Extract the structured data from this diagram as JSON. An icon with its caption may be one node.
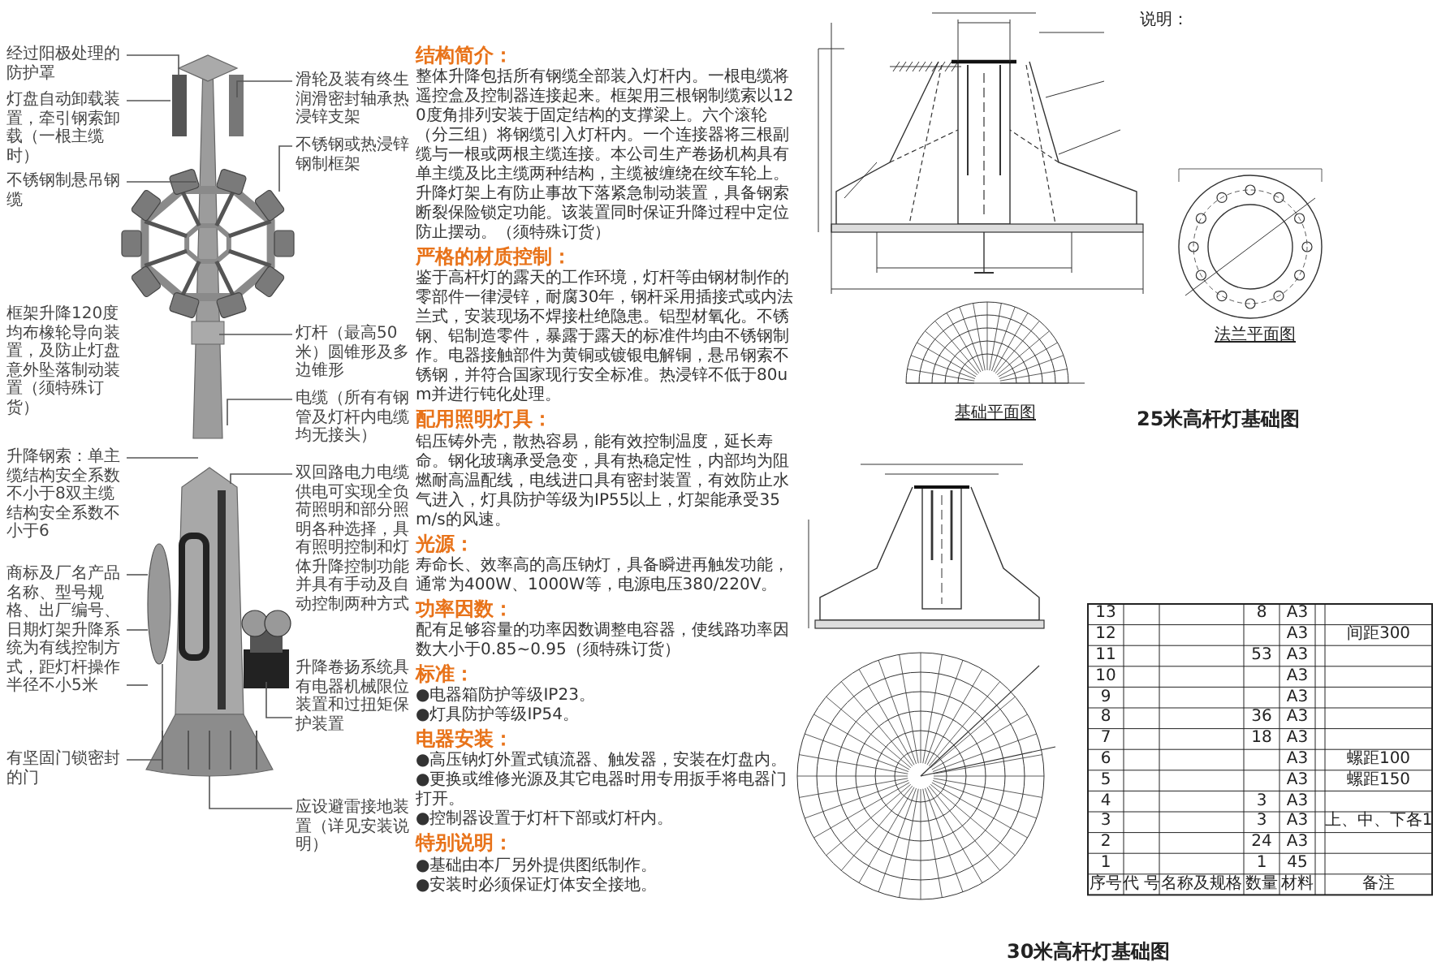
{
  "diagram": {
    "nodes": [
      {
        "text": [
          "经过阳极处理的防护罩"
        ]
      },
      {
        "text": [
          "灯盘自动卸载装置，牵引钢索卸载（一根主缆时）"
        ]
      },
      {
        "text": [
          "不锈钢制悬吊钢缆"
        ]
      },
      {
        "text": [
          "框架升降120度均布橡轮导向装置，及防止灯盘意外坠落制动装置（须特殊订货）"
        ]
      },
      {
        "text": [
          "升降钢索：单主缆结构安全系数不小于8双主缆结构安全系数不小于6"
        ]
      },
      {
        "text": [
          "商标及厂名产品名称、型号规格、出厂编号、日期灯架升降系统为有线控制方式，距灯杆操作半径不小5米"
        ]
      },
      {
        "text": [
          "有坚固门锁密封的门"
        ]
      },
      {
        "text": [
          "滑轮及装有终生润滑密封轴承热浸锌支架"
        ]
      },
      {
        "text": [
          "不锈钢或热浸锌钢制框架"
        ]
      },
      {
        "text": [
          "灯杆（最高50米）圆锥形及多边锥形"
        ]
      },
      {
        "text": [
          "电缆（所有有钢管及灯杆内电缆均无接头）"
        ]
      },
      {
        "text": [
          "双回路电力电缆供电可实现全负荷照明和部分照明各种选择，具有照明控制和灯体升降控制功能并具有手动及自动控制两种方式"
        ]
      },
      {
        "text": [
          "升降卷扬系统具有电器机械限位装置和过扭矩保护装置"
        ]
      },
      {
        "text": [
          "应设避雷接地装置（详见安装说明）"
        ]
      },
      {
        "text": [],
        "shape": "picture"
      },
      {
        "text": [],
        "shape": "picture",
        "in": 14
      }
    ],
    "edges": [
      {
        "from": 0,
        "to": 14,
        "arrow": "none"
      },
      {
        "from": 1,
        "to": 14,
        "arrow": "none"
      },
      {
        "from": 2,
        "to": 14,
        "arrow": "none"
      },
      {
        "from": 4,
        "to": 14,
        "arrow": "none"
      },
      {
        "from": 5,
        "to": 14,
        "arrow": "none"
      },
      {
        "from": 5,
        "to": 14,
        "arrow": "none"
      },
      {
        "from": 5,
        "to": 14,
        "arrow": "none"
      },
      {
        "from": 6,
        "to": 14,
        "arrow": "none"
      },
      {
        "from": 7,
        "to": 14,
        "arrow": "none"
      },
      {
        "from": 8,
        "to": 14,
        "arrow": "none"
      },
      {
        "from": 9,
        "to": 14,
        "arrow": "none"
      },
      {
        "from": 10,
        "to": 14,
        "arrow": "none"
      },
      {
        "from": 11,
        "to": 14,
        "arrow": "none"
      },
      {
        "from": 12,
        "to": 15,
        "arrow": "none"
      },
      {
        "from": 13,
        "to": 14,
        "arrow": "none"
      }
    ],
    "labels": [
      "结构简介：",
      "整体升降包括所有钢缆全部装入灯杆内。一根电缆将遥控盒及控制器连接起来。框架用三根钢制缆索以120度角排列安装于固定结构的支撑梁上。六个滚轮（分三组）将钢缆引入灯杆内。一个连接器将三根副缆与一根或两根主缆连接。本公司生产卷扬机构具有单主缆及比主缆两种结构，主缆被缠绕在绞车轮上。",
      "升降灯架上有防止事故下落紧急制动装置，具备钢索断裂保险锁定功能。该装置同时保证升降过程中定位防止摆动。（须特殊订货）",
      "严格的材质控制：",
      "鉴于高杆灯的露天的工作环境，灯杆等由钢材制作的零部件一律浸锌，耐腐30年，钢杆采用插接式或内法兰式，安装现场不焊接杜绝隐患。铝型材氧化。不锈钢、铝制造零件，暴露于露天的标准件均由不锈钢制作。电器接触部件为黄铜或镀银电解铜，悬吊钢索不锈钢，并符合国家现行安全标准。热浸锌不低于80um并进行钝化处理。",
      "配用照明灯具：",
      "铝压铸外壳，散热容易，能有效控制温度，延长寿命。钢化玻璃承受急变，具有热稳定性，内部均为阻燃耐高温配线，电线进口具有密封装置，有效防止水气进入，灯具防护等级为IP55以上，灯架能承受35m/s的风速。",
      "光源：",
      "寿命长、效率高的高压钠灯，具备瞬进再触发功能，通常为400W、1000W等，电源电压380/220V。",
      "功率因数：",
      "配有足够容量的功率因数调整电容器，使线路功率因数大小于0.85~0.95（须特殊订货）",
      "标准：",
      "●电器箱防护等级IP23。",
      "●灯具防护等级IP54。",
      "电器安装：",
      "●高压钠灯外置式镇流器、触发器，安装在灯盘内。",
      "●更换或维修光源及其它电器时用专用扳手将电器门打开。",
      "●控制器设置于灯杆下部或灯杆内。",
      "特别说明：",
      "●基础由本厂另外提供图纸制作。",
      "●安装时必须保证灯体安全接地。",
      "说明：",
      "基础平面图",
      "法兰平面图",
      "25米高杆灯基础图",
      "13",
      "8",
      "A3",
      "12",
      "A3",
      "间距300",
      "11",
      "53",
      "A3",
      "10",
      "A3",
      "9",
      "A3",
      "8",
      "36",
      "A3",
      "7",
      "18",
      "A3",
      "6",
      "A3",
      "螺距100",
      "5",
      "A3",
      "螺距150",
      "4",
      "3",
      "A3",
      "3",
      "3",
      "A3",
      "上、中、下各1",
      "2",
      "24",
      "A3",
      "1",
      "1",
      "45",
      "序号",
      "代 号",
      "名称及规格",
      "数量",
      "材料",
      "备注",
      "30米高杆灯基础图"
    ]
  }
}
